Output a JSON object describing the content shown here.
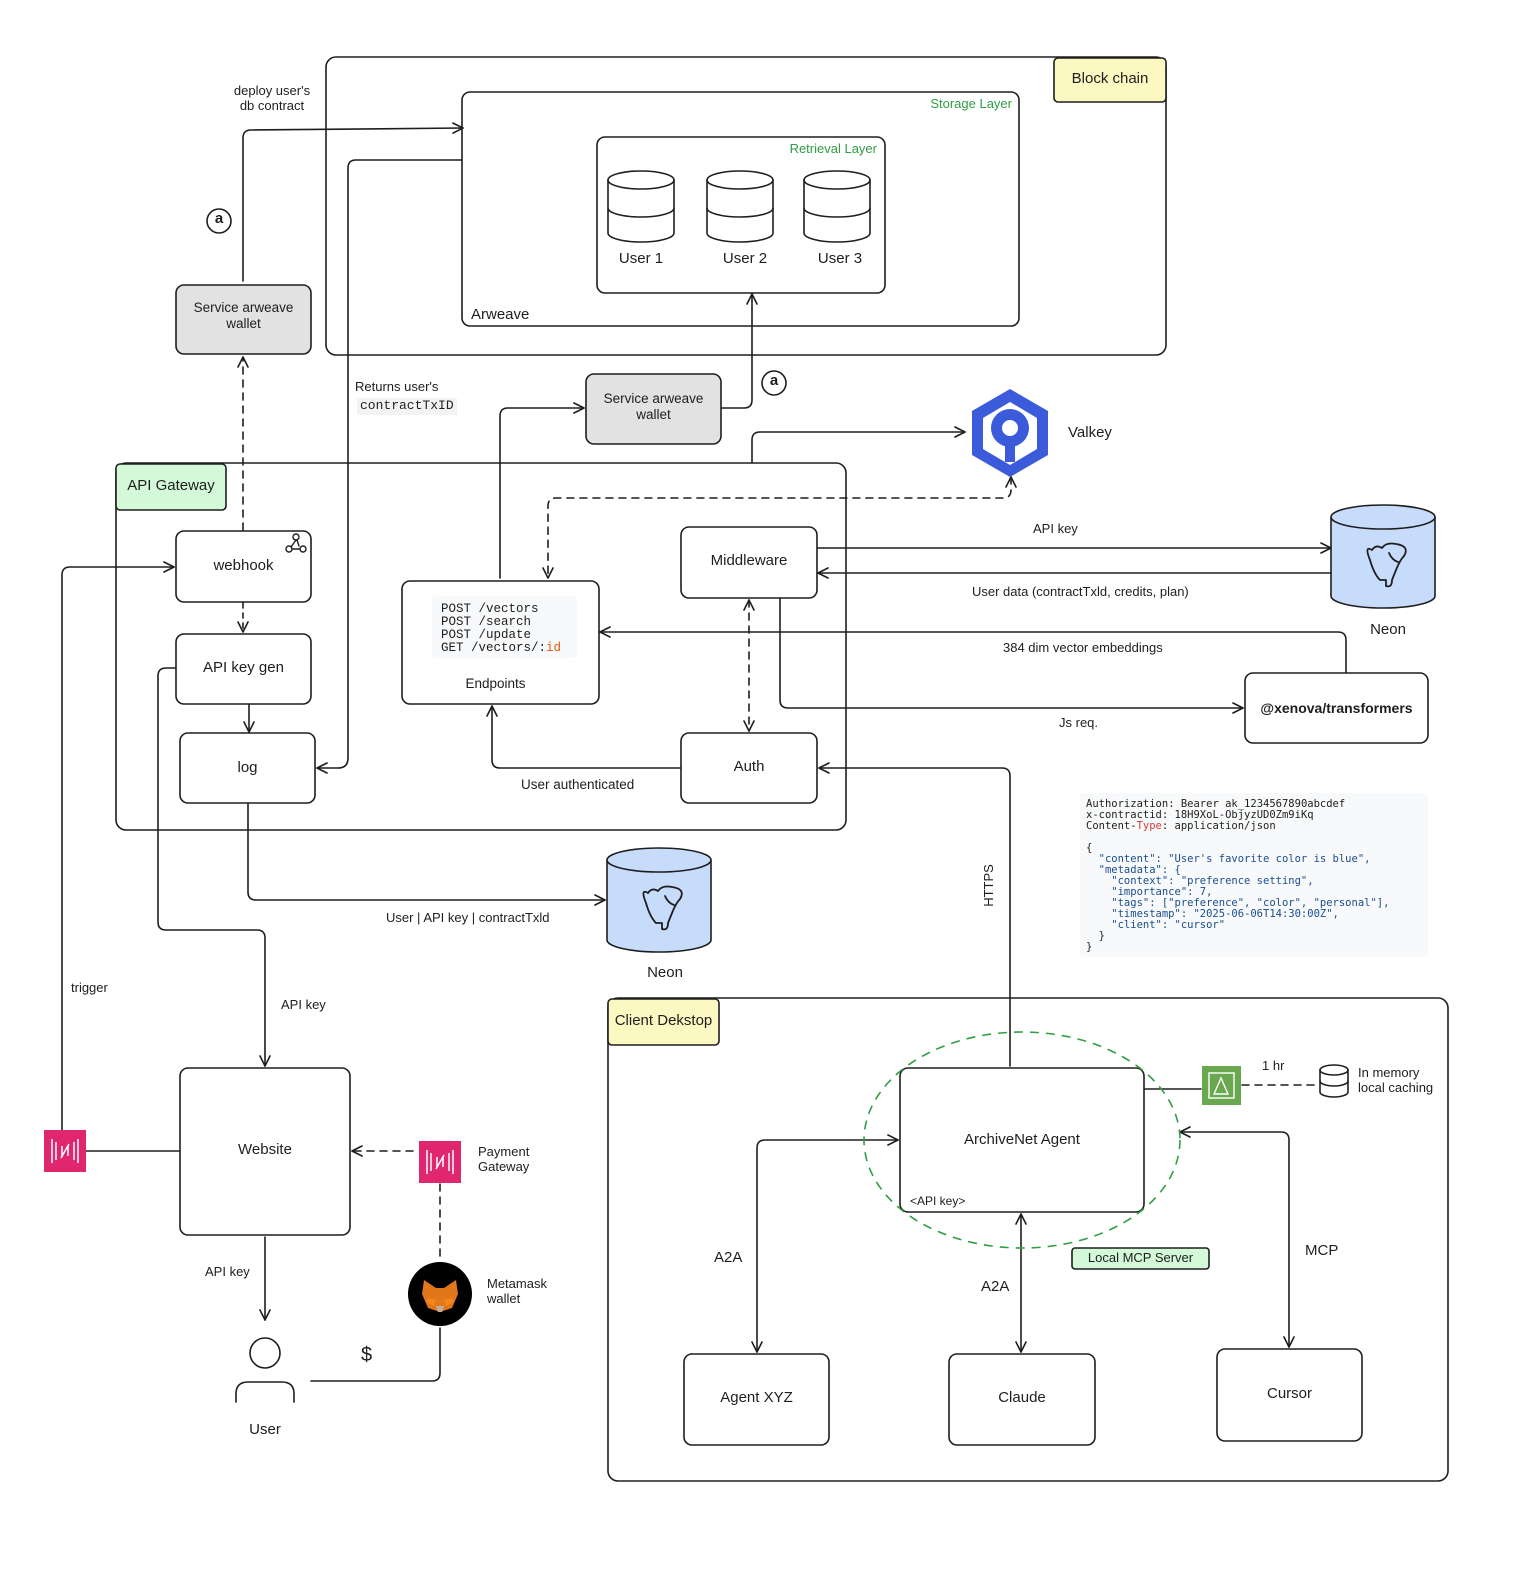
{
  "groups": {
    "blockchain": "Block chain",
    "storage_layer": "Storage Layer",
    "retrieval_layer": "Retrieval Layer",
    "arweave": "Arweave",
    "api_gateway": "API Gateway",
    "client_desktop": "Client Dekstop"
  },
  "users_db": [
    "User 1",
    "User 2",
    "User 3"
  ],
  "nodes": {
    "service_wallet_top": "Service arweave\nwallet",
    "service_wallet_mid": "Service arweave\nwallet",
    "webhook": "webhook",
    "api_key_gen": "API key gen",
    "log": "log",
    "endpoints": "Endpoints",
    "middleware": "Middleware",
    "auth": "Auth",
    "valkey": "Valkey",
    "neon_top": "Neon",
    "neon_bottom": "Neon",
    "transformers": "@xenova/transformers",
    "website": "Website",
    "payment_gateway": "Payment\nGateway",
    "metamask": "Metamask\nwallet",
    "user": "User",
    "archivenet_agent": "ArchiveNet Agent",
    "api_key_tag": "<API key>",
    "local_mcp": "Local MCP Server",
    "agent_xyz": "Agent XYZ",
    "claude": "Claude",
    "cursor": "Cursor",
    "memory_cache": "In memory\nlocal caching"
  },
  "endpoints_list": [
    "POST /vectors",
    "POST /search",
    "POST /update",
    "GET /vectors/:"
  ],
  "endpoints_id": "id",
  "labels": {
    "deploy": "deploy user's\ndb contract",
    "marker_a1": "a",
    "marker_a2": "a",
    "returns": "Returns user's",
    "returns_code": "contractTxID",
    "api_key_right": "API key",
    "user_data": "User data (contractTxld, credits, plan)",
    "vector_embeddings": "384 dim vector embeddings",
    "js_req": "Js req.",
    "user_authenticated": "User authenticated",
    "log_to_neon": "User | API key | contractTxld",
    "https": "HTTPS",
    "trigger": "trigger",
    "api_key_website": "API key",
    "api_key_user": "API key",
    "dollar": "$",
    "one_hr": "1 hr",
    "a2a_left": "A2A",
    "a2a_mid": "A2A",
    "mcp": "MCP"
  },
  "code_sample": {
    "headers": [
      {
        "key": "Authorization",
        "value": " Bearer ak_1234567890abcdef"
      },
      {
        "key": "x-contractid",
        "value": " 18H9XoL-ObjyzUD0Zm9iKq"
      },
      {
        "key": "Content-",
        "key_hl": "Type",
        "value": " application/json"
      }
    ],
    "body": [
      "{",
      "  \"content\": \"User's favorite color is blue\",",
      "  \"metadata\": {",
      "    \"context\": \"preference setting\",",
      "    \"importance\": 7,",
      "    \"tags\": [\"preference\", \"color\", \"personal\"],",
      "    \"timestamp\": \"2025-06-06T14:30:00Z\",",
      "    \"client\": \"cursor\"",
      "  }",
      "}"
    ]
  },
  "colors": {
    "stroke": "#1e1e1e",
    "yellow_tag": "#fcf8c2",
    "green_tag": "#d3f9d8",
    "green_text": "#2f9e44",
    "grey_box": "#e2e2e2",
    "db_blue": "#c7dbfb",
    "valkey_blue": "#3b5bdb",
    "aws_pink": "#e0266f",
    "aws_green": "#6aa84f",
    "dashed_green": "#2f9e44"
  }
}
